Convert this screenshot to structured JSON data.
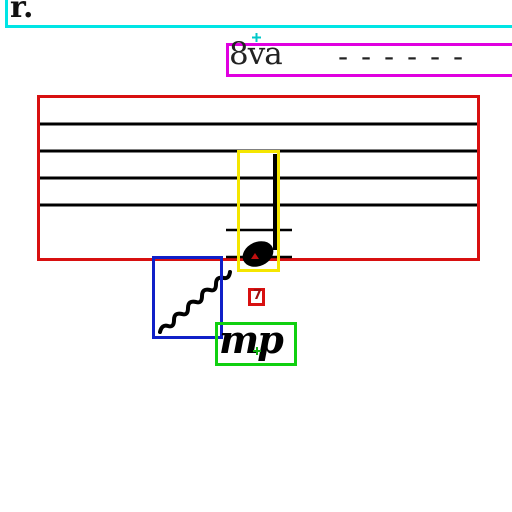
{
  "boxes": {
    "top_label": {
      "color": "#00e5e5"
    },
    "octave": {
      "color": "#e000e0"
    },
    "staff": {
      "color": "#d81010"
    },
    "note": {
      "color": "#f5e600"
    },
    "glissando": {
      "color": "#1020c8"
    },
    "small_mark": {
      "color": "#d81010"
    },
    "dynamic": {
      "color": "#10d010"
    }
  },
  "top_label": {
    "text": "r."
  },
  "octave": {
    "text": "8va",
    "dashes": "- - - - - -"
  },
  "small_mark": {
    "text": "7"
  },
  "dynamic": {
    "text": "mp"
  },
  "icons": {
    "note": "quarter-note-icon",
    "glissando": "wavy-line-icon"
  }
}
